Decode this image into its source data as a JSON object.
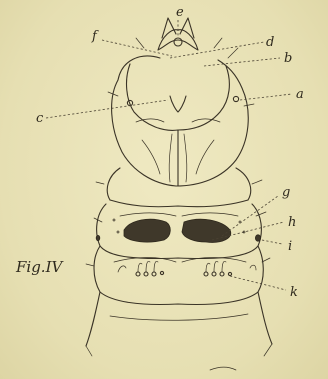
{
  "figure": {
    "title": "Fig.IV",
    "labels": {
      "a": "a",
      "b": "b",
      "c": "c",
      "d": "d",
      "e": "e",
      "f": "f",
      "g": "g",
      "h": "h",
      "i": "i",
      "k": "k"
    }
  },
  "colors": {
    "paper": "#e9e3b8",
    "ink": "#3a3326"
  }
}
